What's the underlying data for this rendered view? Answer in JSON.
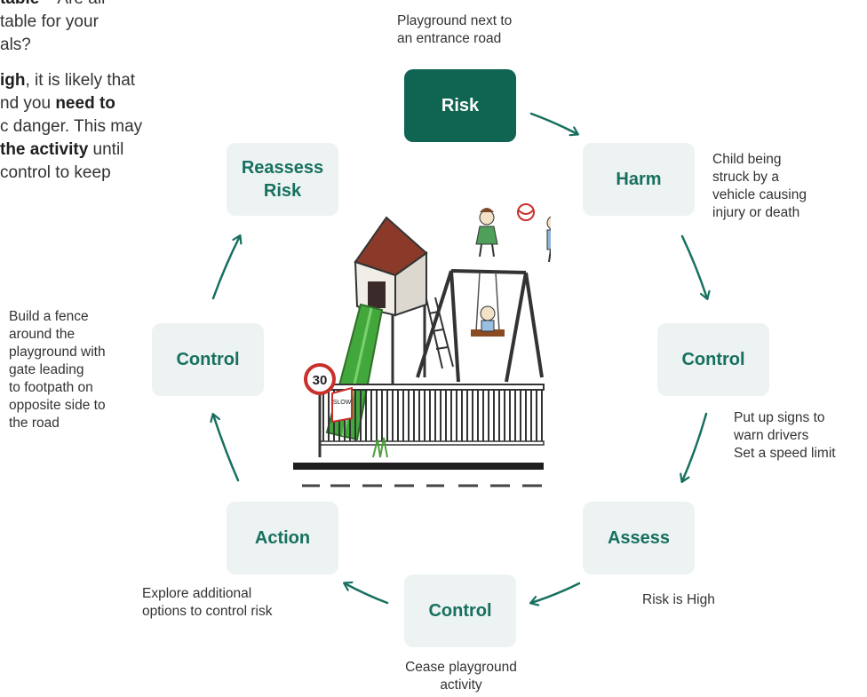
{
  "intro": {
    "p1": [
      "",
      "table",
      " – Are all",
      "table for your",
      "als?"
    ],
    "p2": [
      "",
      "igh",
      ", it is likely that",
      "nd you ",
      "need to",
      "c danger. This may",
      "",
      "the activity",
      " until",
      "control to keep"
    ]
  },
  "nodes": {
    "risk": "Risk",
    "harm": "Harm",
    "control_right": "Control",
    "assess": "Assess",
    "control_bottom": "Control",
    "action": "Action",
    "control_left": "Control",
    "reassess_line1": "Reassess",
    "reassess_line2": "Risk"
  },
  "notes": {
    "risk": [
      "Playground next to",
      "an entrance road"
    ],
    "harm": [
      "Child being",
      "struck by a",
      "vehicle causing",
      "injury or death"
    ],
    "control_right": [
      "Put up signs to",
      "warn drivers",
      "Set a speed limit"
    ],
    "assess": [
      "Risk is High"
    ],
    "control_bottom": [
      "Cease playground",
      "activity"
    ],
    "action": [
      "Explore additional",
      "options to control risk"
    ],
    "control_left": [
      "Build a fence",
      "around the",
      "playground with",
      "gate leading",
      "to footpath on",
      "opposite side to",
      "the road"
    ]
  },
  "illustration": {
    "speed_sign": "30",
    "slow_sign": "SLOW"
  },
  "colors": {
    "accent": "#0f6552",
    "node_bg": "#edf3f2",
    "node_text": "#17705f",
    "arrow": "#17705f"
  }
}
